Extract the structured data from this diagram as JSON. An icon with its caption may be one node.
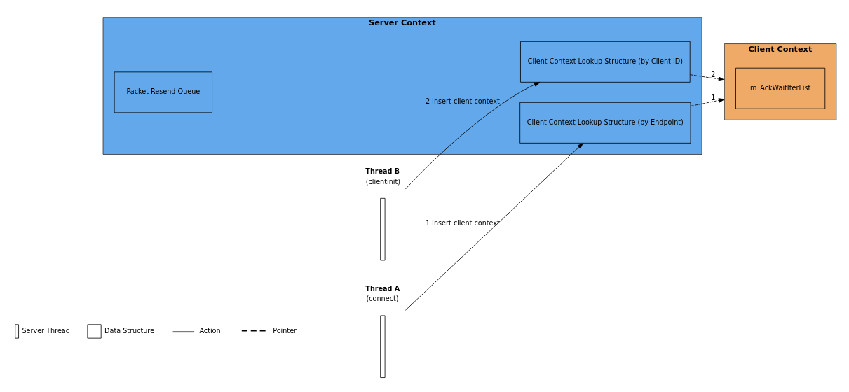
{
  "diagram": {
    "nodes": [
      {
        "text": [
          "Thread A",
          "(connect)"
        ]
      },
      {
        "text": [
          "Thread B",
          "(clientinit)"
        ]
      },
      {
        "text": [
          "Server Context"
        ]
      },
      {
        "text": [
          "Client Context Lookup Structure (by Endpoint)"
        ],
        "in": 2
      },
      {
        "text": [
          "Client Context Lookup Structure (by Client ID)"
        ],
        "in": 2
      },
      {
        "text": [
          "Packet Resend Queue"
        ],
        "in": 2
      },
      {
        "text": [
          "Client Context"
        ]
      },
      {
        "text": [
          "m_AckWaitIterList"
        ],
        "in": 6
      }
    ],
    "edges": [
      {
        "from": 0,
        "to": 3,
        "arrow": "to",
        "label": "1 Insert client context"
      },
      {
        "from": 1,
        "to": 4,
        "arrow": "to",
        "label": "2 Insert client context"
      },
      {
        "from": 3,
        "to": 6,
        "arrow": "to",
        "style": "dashed",
        "label": "1"
      },
      {
        "from": 4,
        "to": 6,
        "arrow": "to",
        "style": "dashed",
        "label": "2"
      }
    ],
    "legend": [
      {
        "text": "Server Thread"
      },
      {
        "text": "Data Structure"
      },
      {
        "text": "Action"
      },
      {
        "text": "Pointer"
      }
    ]
  }
}
